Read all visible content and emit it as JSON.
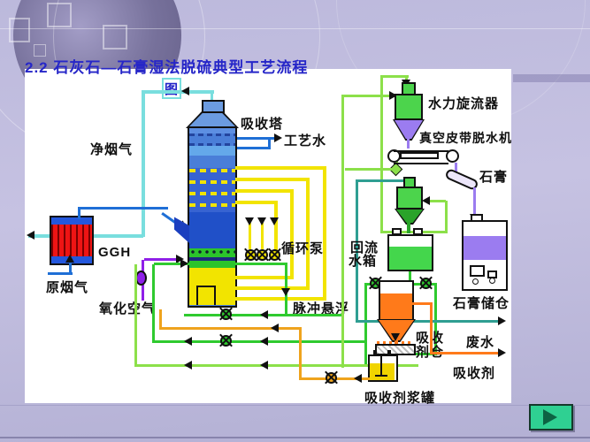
{
  "slide": {
    "title": "2.2 石灰石—石膏湿法脱硫典型工艺流程",
    "title_tail": "图"
  },
  "labels": {
    "absorber": "吸收塔",
    "process_water": "工艺水",
    "clean_gas": "净烟气",
    "ggh": "GGH",
    "raw_gas": "原烟气",
    "oxidation_air": "氧化空气",
    "circulation_pump": "循环泵",
    "pulse_suspension": "脉冲悬浮",
    "hydrocyclone": "水力旋流器",
    "vacuum_belt": "真空皮带脱水机",
    "gypsum": "石膏",
    "return_tank_line1": "回流",
    "return_tank_line2": "水箱",
    "gypsum_silo": "石膏储仓",
    "wastewater": "废水",
    "absorbent": "吸收剂",
    "absorbent_silo_line1": "吸收",
    "absorbent_silo_line2": "剂仓",
    "slurry_tank": "吸收剂浆罐"
  },
  "colors": {
    "title_blue": "#2626c8",
    "cyan": "#79dede",
    "blue": "#1f6fd6",
    "yellow": "#f2e400",
    "green": "#2fca2f",
    "lime": "#8ce04a",
    "teal": "#2f9e92",
    "purple": "#8f1fe8",
    "gyp_purple": "#9b7cf0",
    "amber": "#efa31d",
    "orange": "#ff7a1a",
    "ggh_red": "#ee1414",
    "nav_green": "#2fd092"
  }
}
